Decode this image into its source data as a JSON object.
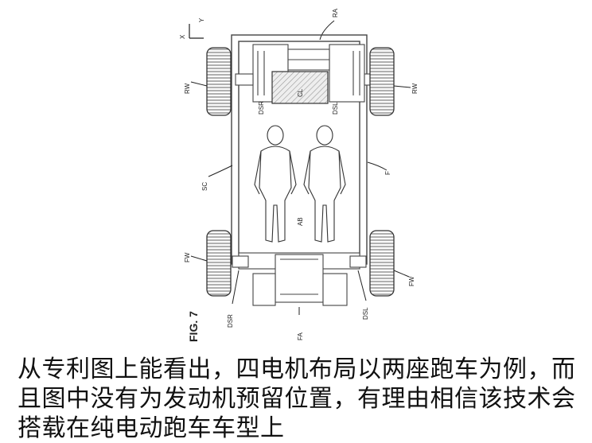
{
  "figure": {
    "fig_label": "FIG. 7",
    "labels": {
      "ra": "RA",
      "x": "X",
      "y": "Y",
      "rw_left": "RW",
      "rw_right": "RW",
      "cl": "CL",
      "dsr_top": "DSR",
      "dsl_top": "DSL",
      "sc": "SC",
      "f": "F",
      "ab": "AB",
      "fw_left": "FW",
      "fw_right": "FW",
      "dsr_bottom": "DSR",
      "dsl_bottom": "DSL",
      "fa": "FA"
    }
  },
  "caption": {
    "text": "从专利图上能看出，四电机布局以两座跑车为例，而且图中没有为发动机预留位置，有理由相信该技术会搭载在纯电动跑车车型上"
  }
}
